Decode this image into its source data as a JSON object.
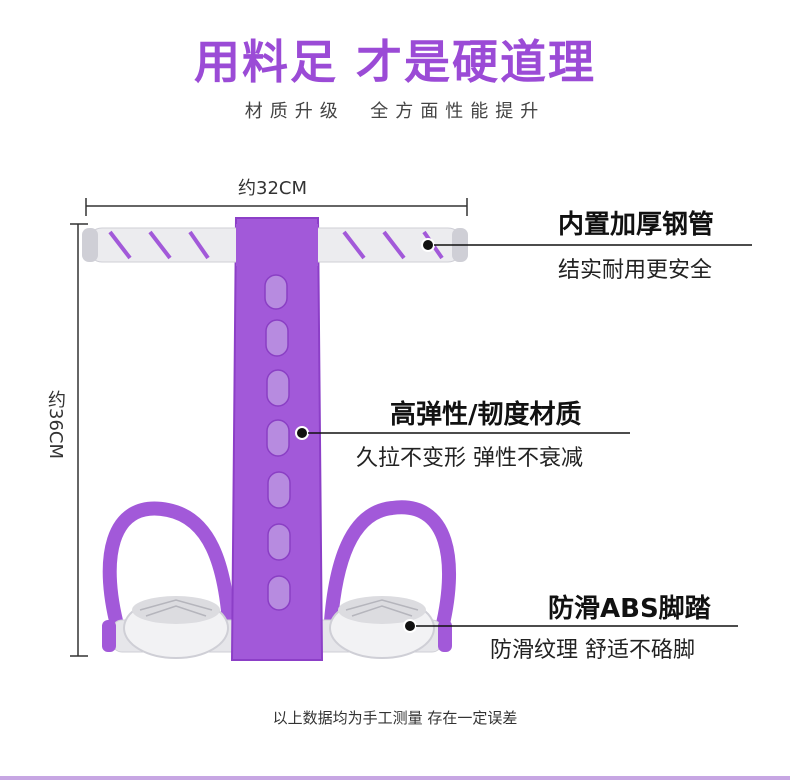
{
  "header": {
    "title": "用料足 才是硬道理",
    "subtitle": "材质升级  全方面性能提升"
  },
  "dimensions": {
    "width_label": "约32CM",
    "height_label": "约36CM"
  },
  "features": [
    {
      "title": "内置加厚钢管",
      "desc": "结实耐用更安全"
    },
    {
      "title": "高弹性/韧度材质",
      "desc": "久拉不变形 弹性不衰减"
    },
    {
      "title": "防滑ABS脚踏",
      "desc": "防滑纹理 舒适不硌脚"
    }
  ],
  "footnote": "以上数据均为手工测量 存在一定误差",
  "colors": {
    "accent_purple": "#9b4bd6",
    "band_purple": "#a259d9",
    "handle_white": "#ececef"
  }
}
